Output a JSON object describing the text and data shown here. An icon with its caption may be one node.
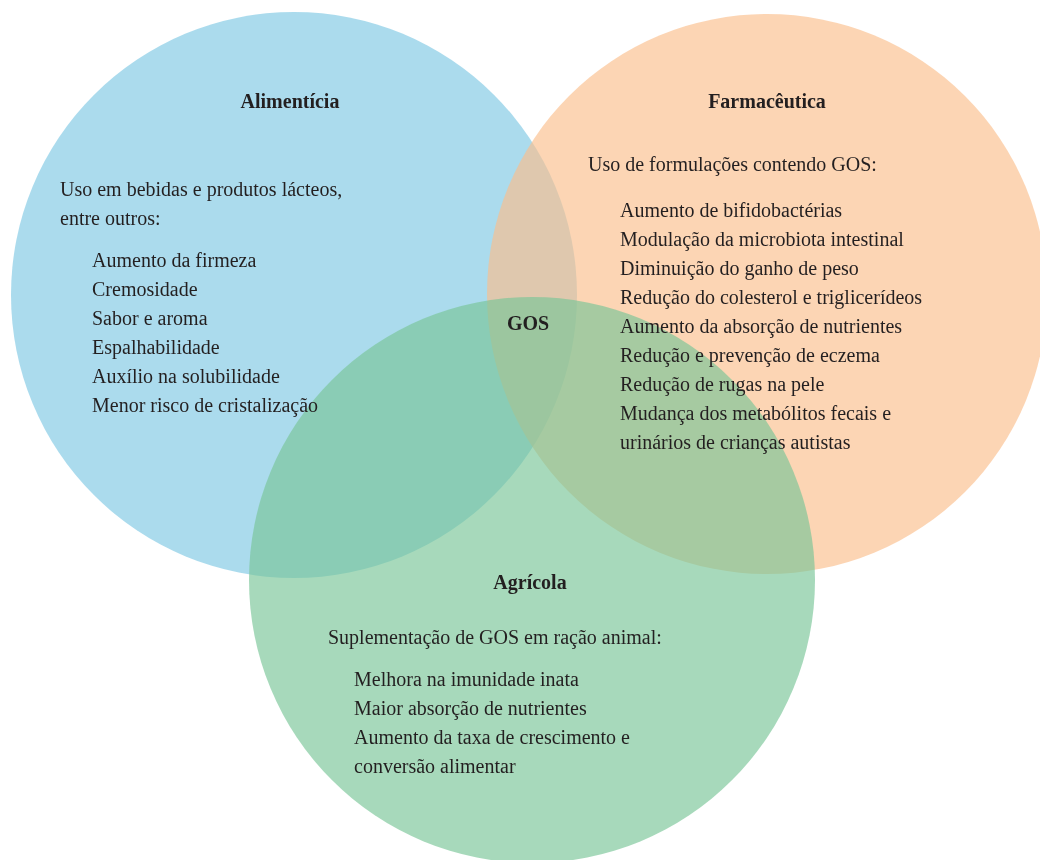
{
  "diagram": {
    "nodes": [
      {
        "text": [
          "Alimentícia",
          "Uso em bebidas e produtos lácteos, entre outros:",
          "Aumento da firmeza",
          "Cremosidade",
          "Sabor e aroma",
          "Espalhabilidade",
          "Auxílio na solubilidade",
          "Menor risco de cristalização"
        ]
      },
      {
        "text": [
          "Farmacêutica",
          "Uso de formulações contendo GOS:",
          "Aumento de bifidobactérias",
          "Modulação da microbiota intestinal",
          "Diminuição do ganho de peso",
          "Redução do colesterol e triglicerídeos",
          "Aumento da absorção de nutrientes",
          "Redução e prevenção de eczema",
          "Redução de rugas na pele",
          "Mudança dos metabólitos fecais e urinários de crianças autistas"
        ]
      },
      {
        "text": [
          "Agrícola",
          "Suplementação de GOS em ração animal:",
          "Melhora na imunidade inata",
          "Maior absorção de nutrientes",
          "Aumento da taxa de crescimento e conversão alimentar"
        ]
      }
    ],
    "labels": [
      "GOS"
    ]
  }
}
